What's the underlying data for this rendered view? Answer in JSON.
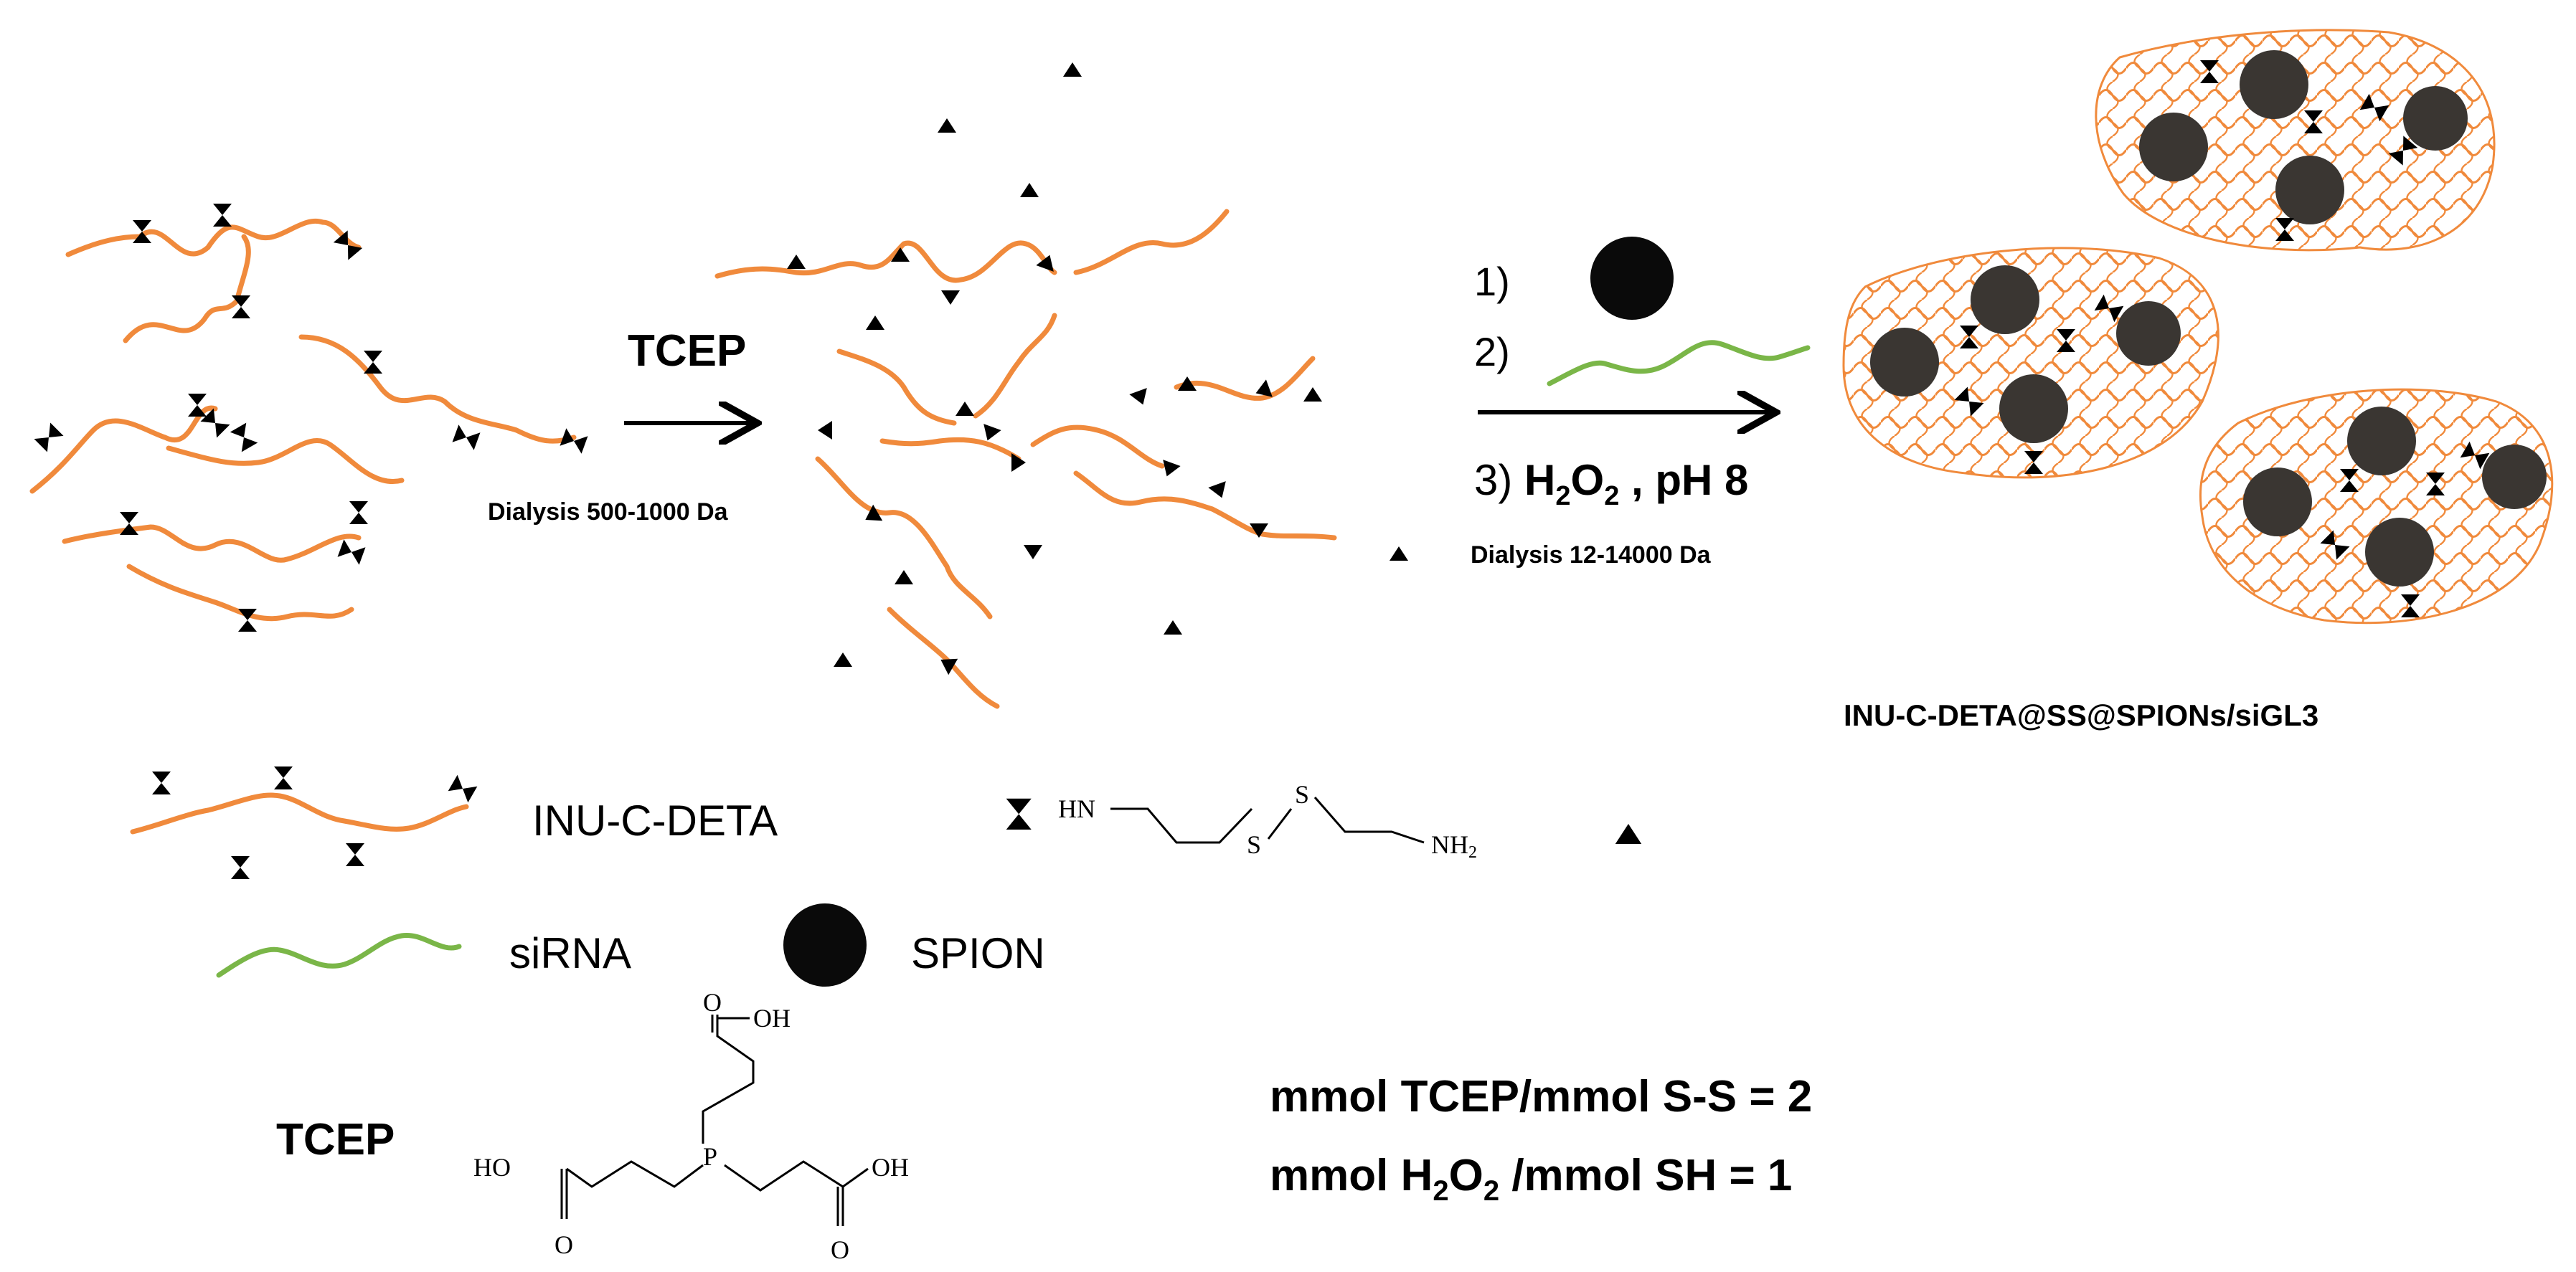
{
  "colors": {
    "polymer": "#f08a3c",
    "sirna": "#7ab648",
    "spion": "#0a0a0a",
    "spion_loaded": "#3a3632",
    "ink": "#000000"
  },
  "step1": {
    "reagent": "TCEP",
    "dialysis": "Dialysis 500-1000 Da"
  },
  "step2": {
    "item1": "1)",
    "item2": "2)",
    "item3_prefix": "3) ",
    "h2o2_h": "H",
    "h2o2_sub1": "2",
    "h2o2_o": "O",
    "h2o2_sub2": "2",
    "item3_suffix": " , pH 8",
    "dialysis": "Dialysis 12-14000 Da"
  },
  "product": {
    "name": "INU-C-DETA@SS@SPIONs/siGL3"
  },
  "legend": {
    "polymer_label": "INU-C-DETA",
    "sirna_label": "siRNA",
    "spion_label": "SPION",
    "linker_hn": "HN",
    "linker_s1": "S",
    "linker_s2": "S",
    "linker_nh": "NH",
    "linker_nh_sub": "2"
  },
  "tcep_structure": {
    "label": "TCEP",
    "o_top": "O",
    "oh_top": "OH",
    "ho_left": "HO",
    "p_center": "P",
    "oh_right": "OH",
    "o_bottom_left": "O",
    "o_bottom_right": "O"
  },
  "ratios": {
    "line1": "mmol TCEP/mmol S-S = 2",
    "line2_prefix": "mmol H",
    "line2_sub": "2",
    "line2_mid": "O",
    "line2_sub2": "2",
    "line2_suffix": " /mmol SH = 1"
  }
}
